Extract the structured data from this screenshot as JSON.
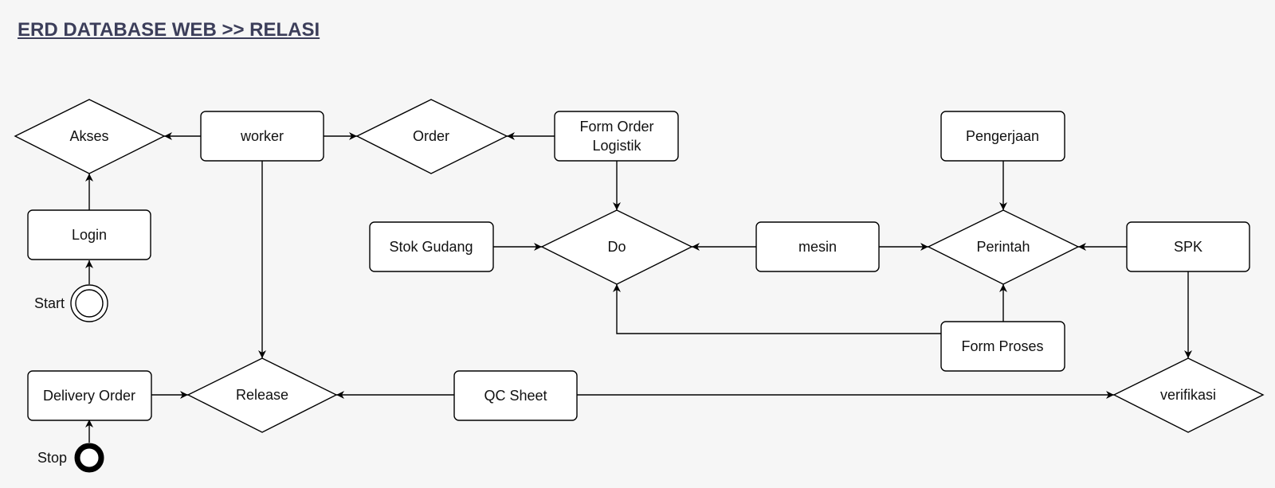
{
  "title": "ERD DATABASE WEB >> RELASI",
  "entities": {
    "worker": "worker",
    "form_order_logistik": [
      "Form Order",
      "Logistik"
    ],
    "pengerjaan": "Pengerjaan",
    "login": "Login",
    "stok_gudang": "Stok Gudang",
    "mesin": "mesin",
    "spk": "SPK",
    "form_proses": "Form Proses",
    "delivery_order": "Delivery Order",
    "qc_sheet": "QC Sheet"
  },
  "relationships": {
    "akses": "Akses",
    "order": "Order",
    "do": "Do",
    "perintah": "Perintah",
    "release": "Release",
    "verifikasi": "verifikasi"
  },
  "terminals": {
    "start": "Start",
    "stop": "Stop"
  },
  "colors": {
    "title": "#3c3e5a",
    "background": "#f6f6f6",
    "shape_fill": "#ffffff",
    "stroke": "#000000"
  }
}
